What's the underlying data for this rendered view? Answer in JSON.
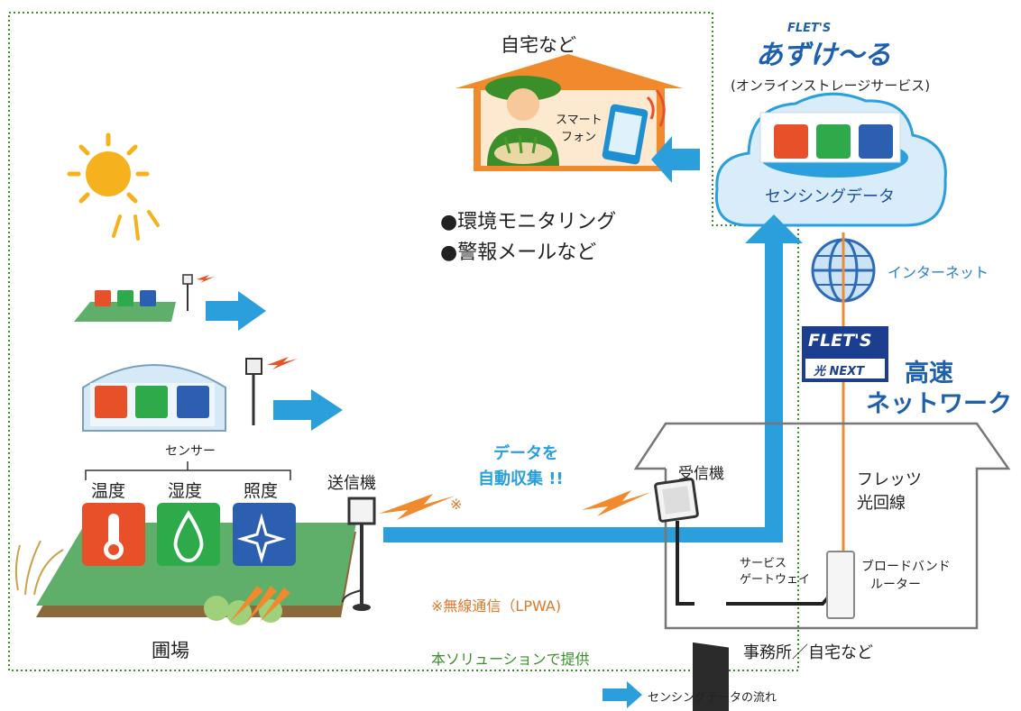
{
  "home": {
    "title": "自宅など",
    "smartphone_line1": "スマート",
    "smartphone_line2": "フォン",
    "bullet1": "●環境モニタリング",
    "bullet2": "●警報メールなど"
  },
  "cloud": {
    "brand_small": "FLET'S",
    "brand": "あずけ〜る",
    "subtitle": "(オンラインストレージサービス)",
    "data_label": "センシングデータ"
  },
  "internet_label": "インターネット",
  "flets_logo": {
    "top": "FLET'S",
    "bottom": "光 NEXT"
  },
  "network": {
    "line1": "高速",
    "line2": "ネットワーク"
  },
  "fiber": {
    "line1": "フレッツ",
    "line2": "光回線"
  },
  "office": {
    "receiver": "受信機",
    "gateway_line1": "サービス",
    "gateway_line2": "ゲートウェイ",
    "router_line1": "ブロードバンド",
    "router_line2": "ルーター",
    "label": "事務所／自宅など"
  },
  "field": {
    "sensor_title": "センサー",
    "temperature": "温度",
    "humidity": "湿度",
    "illuminance": "照度",
    "transmitter": "送信機",
    "label": "圃場"
  },
  "collect": {
    "line1": "データを",
    "line2": "自動収集 !!"
  },
  "asterisk": "※",
  "wireless_note": "※無線通信（LPWA)",
  "solution_note": "本ソリューションで提供",
  "legend": "センシングデータの流れ",
  "colors": {
    "flow_blue": "#2a9fdb",
    "house_orange": "#f08a2c",
    "temp_red": "#e8502a",
    "humid_green": "#2eaa4a",
    "light_blue": "#2d5fb0",
    "solution_green": "#3a8f2a",
    "note_orange": "#e0782a",
    "network_blue": "#1e5fae"
  }
}
